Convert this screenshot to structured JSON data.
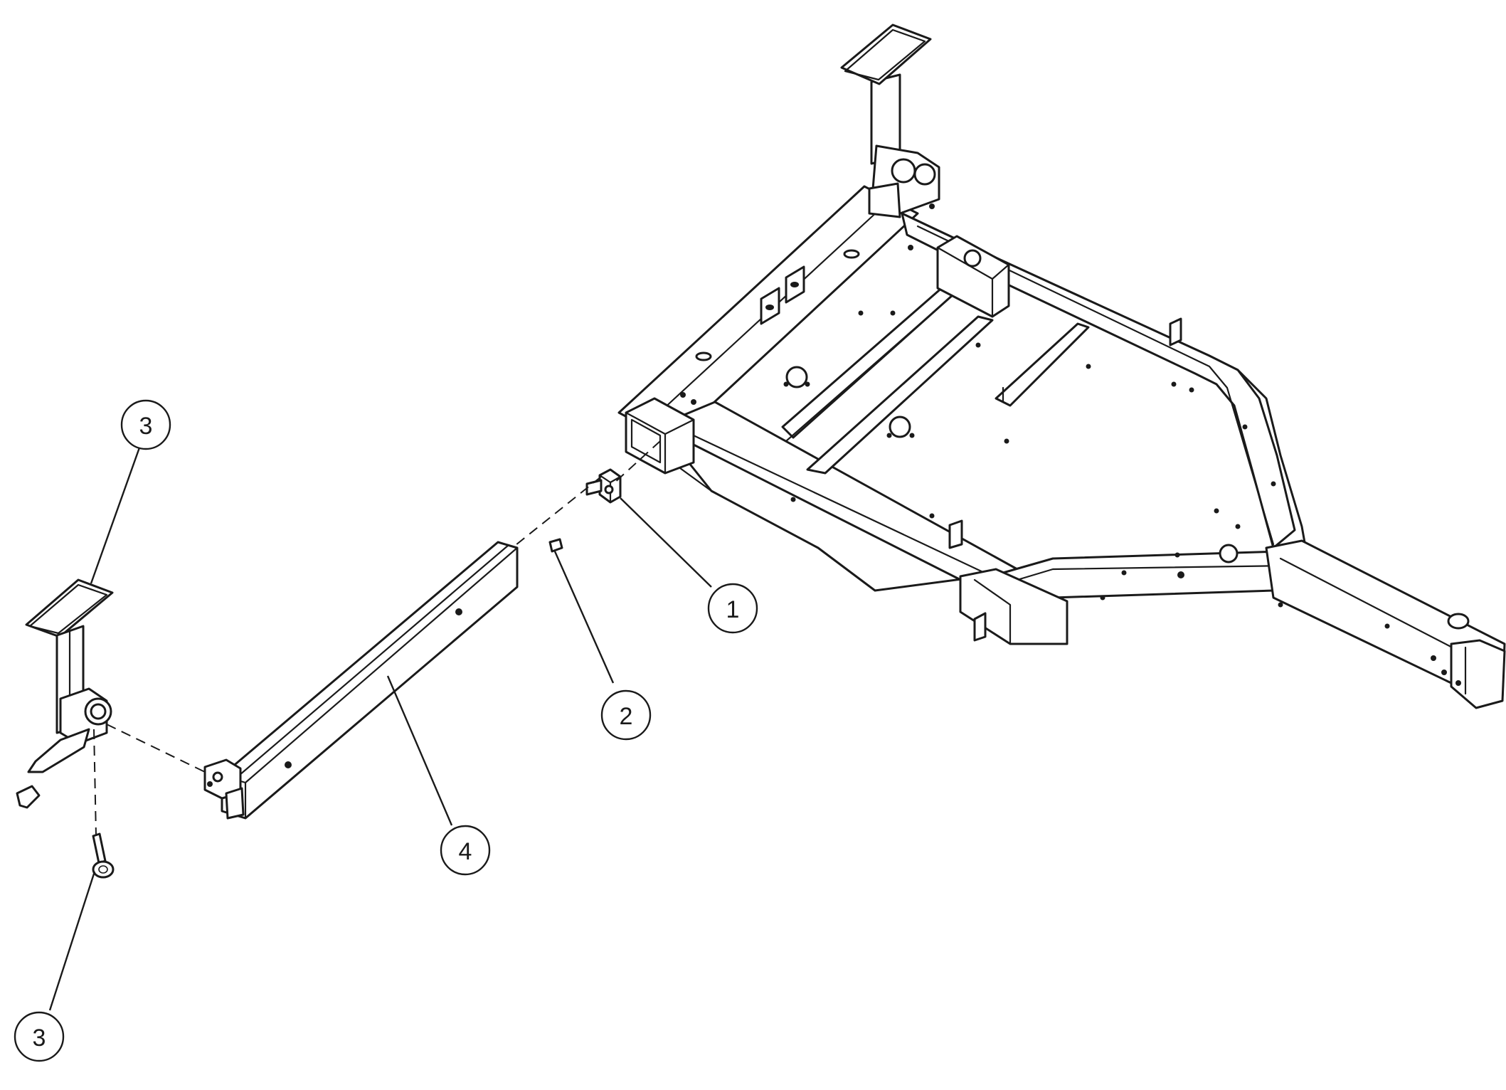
{
  "callouts": [
    {
      "id": "callout-1",
      "label": "1"
    },
    {
      "id": "callout-2",
      "label": "2"
    },
    {
      "id": "callout-3-top",
      "label": "3"
    },
    {
      "id": "callout-3-bottom",
      "label": "3"
    },
    {
      "id": "callout-4",
      "label": "4"
    }
  ]
}
